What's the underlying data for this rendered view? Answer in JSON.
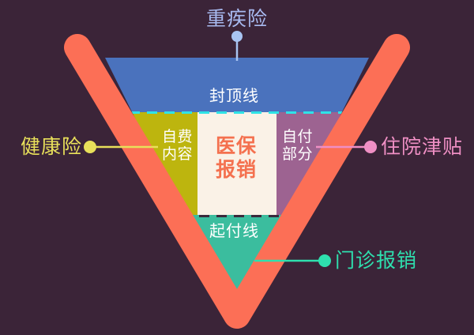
{
  "diagram": {
    "title_concept": "medical-insurance-coverage-funnel",
    "background_color": "#3b2438",
    "v_stroke_color": "#fc6f56",
    "bands": {
      "top": {
        "label": "封顶线",
        "color": "#4a72bd",
        "text_color": "#ffffff"
      },
      "bottom": {
        "label": "起付线",
        "color": "#3bbd9e",
        "text_color": "#ffffff"
      }
    },
    "columns": [
      {
        "id": "self-paid-content",
        "line1": "自费",
        "line2": "内容",
        "color": "#bdb50e",
        "text_color": "#ffffff"
      },
      {
        "id": "insurance-reimbursement",
        "line1": "医保",
        "line2": "报销",
        "color": "#faf2e7",
        "text_color": "#f4714f"
      },
      {
        "id": "out-of-pocket-portion",
        "line1": "自付",
        "line2": "部分",
        "color": "#9d6391",
        "text_color": "#ffffff"
      }
    ],
    "dashed_lines": {
      "top_color": "#2fe3e6",
      "bottom_color": "#3a2a3c"
    },
    "callouts": [
      {
        "id": "critical-illness",
        "label": "重疾险",
        "color": "#a8baf0",
        "dot_color": "#a8c4f2",
        "position": "top"
      },
      {
        "id": "health-insurance",
        "label": "健康险",
        "color": "#e8e05a",
        "dot_color": "#e8e05a",
        "position": "left"
      },
      {
        "id": "hospital-allowance",
        "label": "住院津贴",
        "color": "#ef8fc4",
        "dot_color": "#ef8fc4",
        "position": "right"
      },
      {
        "id": "outpatient-reimbursement",
        "label": "门诊报销",
        "color": "#2ee0ae",
        "dot_color": "#2ee0ae",
        "position": "bottom-right"
      }
    ]
  }
}
